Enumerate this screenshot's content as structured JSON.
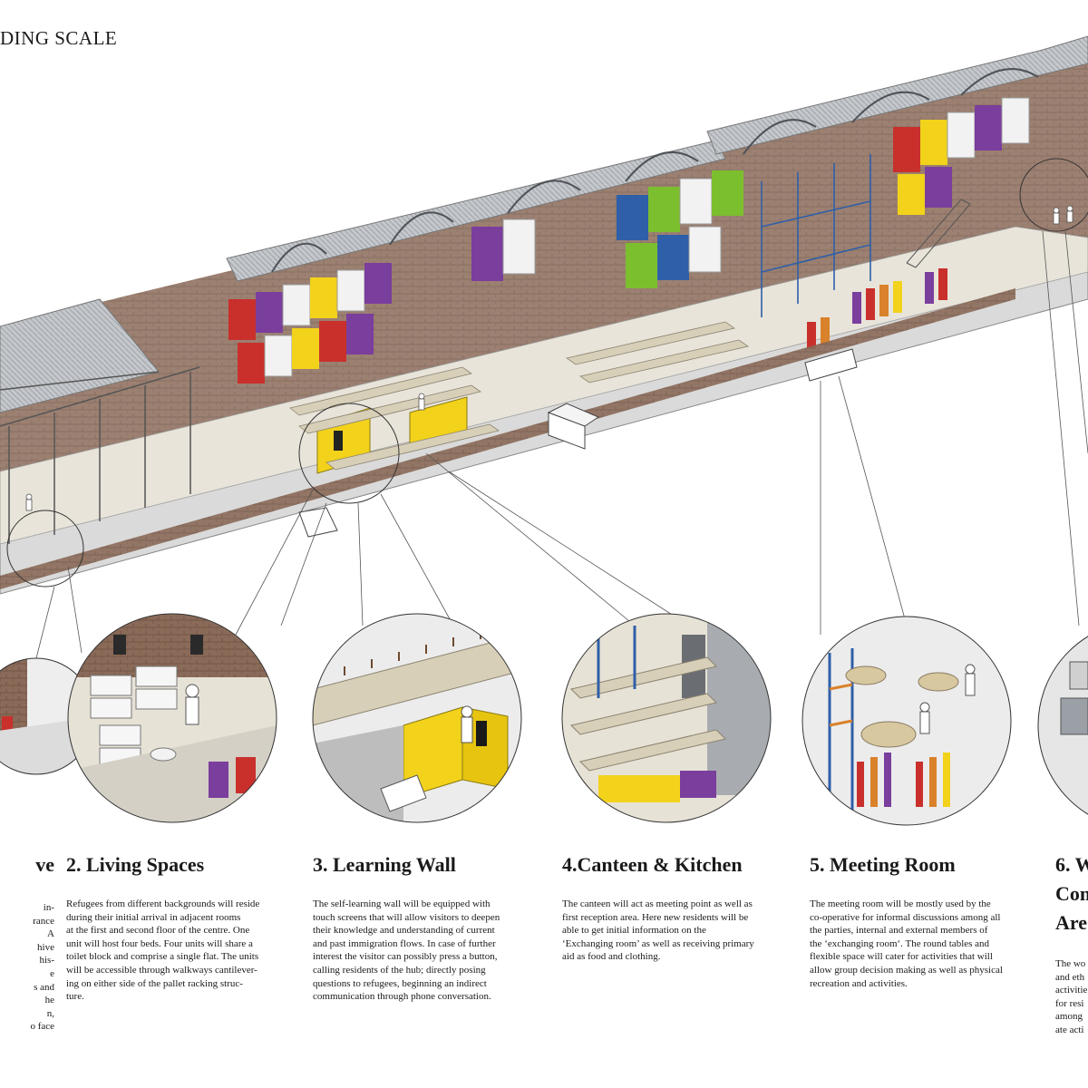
{
  "heading": "DING SCALE",
  "captions": [
    {
      "title": "ve",
      "lines": [
        "in-",
        "rance",
        "A",
        "hive",
        "his-",
        "e",
        "s and",
        "he",
        "n,",
        "o face"
      ]
    },
    {
      "title": "2. Living Spaces",
      "lines": [
        "Refugees from different backgrounds will reside",
        "during their initial arrival in adjacent rooms",
        "at the first and second floor of the centre. One",
        "unit will host four beds. Four units will share a",
        "toilet block and comprise a single flat. The units",
        "will be accessible through walkways cantilever-",
        "ing on either side of the pallet racking struc-",
        "ture."
      ]
    },
    {
      "title": "3. Learning Wall",
      "lines": [
        "The self-learning wall will be equipped with",
        "touch screens that will allow visitors to deepen",
        "their knowledge and understanding of current",
        "and past immigration flows. In case of further",
        "interest the visitor can possibly press a button,",
        "calling residents of the hub; directly posing",
        "questions to refugees, beginning an indirect",
        "communication through phone conversation."
      ]
    },
    {
      "title": "4.Canteen & Kitchen",
      "lines": [
        "The canteen will act as meeting point as well as",
        "first reception area. Here new residents will be",
        "able to get initial information on the",
        "‘Exchanging room’ as well as receiving primary",
        "aid as food and clothing."
      ]
    },
    {
      "title": "5. Meeting Room",
      "lines": [
        "The meeting room will be mostly used by the",
        "co-operative for informal discussions among all",
        "the parties, internal and external members of",
        "the ‘exchanging room‘. The round tables and",
        "flexible space will cater for activities that will",
        "allow group decision making as well as physical",
        "recreation and activities."
      ]
    },
    {
      "title_lines": [
        "6. W",
        "Con",
        "Are"
      ],
      "lines": [
        "The wo",
        "and eth",
        "activitie",
        "for resi",
        "among",
        "ate acti"
      ]
    }
  ],
  "colors": {
    "ink": "#1a1a1a",
    "brick": "#8a6a58",
    "roof": "#8c8f93",
    "floor": "#e2dccd",
    "unit_red": "#c9302c",
    "unit_purple": "#7a3e9d",
    "unit_yellow": "#f2d21b",
    "unit_green": "#7cbf2e",
    "unit_blue": "#2e5fa8",
    "rack_orange": "#d9822b"
  }
}
